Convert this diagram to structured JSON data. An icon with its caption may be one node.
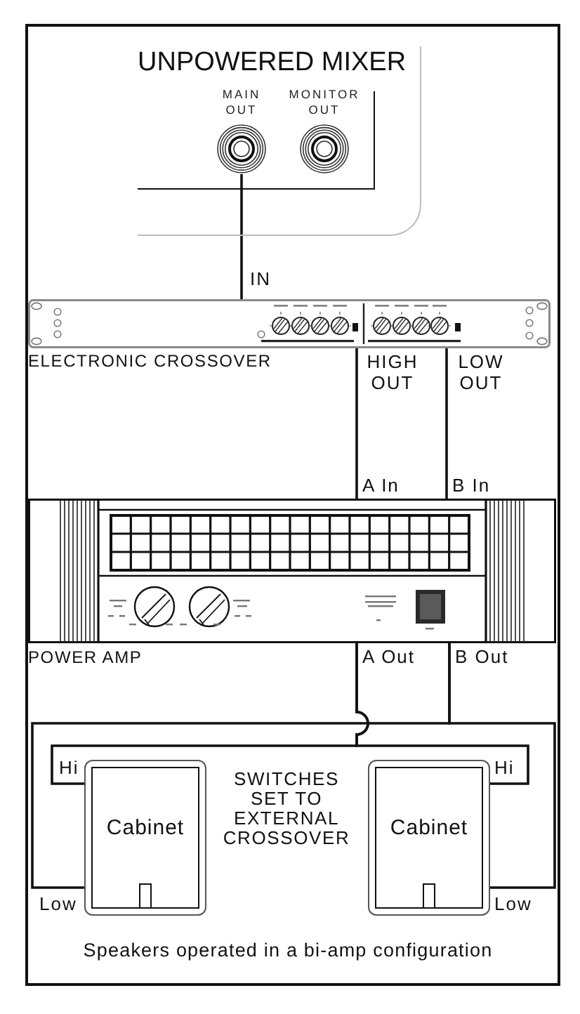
{
  "diagram": {
    "nodes": [
      {
        "text": [
          "UNPOWERED MIXER"
        ]
      },
      {
        "text": [
          "MAIN OUT"
        ],
        "in": 0
      },
      {
        "text": [
          "MONITOR OUT"
        ],
        "in": 0
      },
      {
        "text": [],
        "shape": "picture",
        "beside": [
          "ELECTRONIC CROSSOVER"
        ]
      },
      {
        "text": [
          "HIGH OUT"
        ]
      },
      {
        "text": [
          "LOW OUT"
        ]
      },
      {
        "text": [
          "A In"
        ]
      },
      {
        "text": [
          "B In"
        ]
      },
      {
        "text": [],
        "shape": "picture",
        "beside": [
          "POWER AMP"
        ]
      },
      {
        "text": [
          "A Out"
        ]
      },
      {
        "text": [
          "B Out"
        ]
      },
      {
        "text": [
          "Cabinet"
        ]
      },
      {
        "text": [
          "Cabinet"
        ]
      }
    ],
    "edges": [
      {
        "from": 1,
        "to": 3,
        "arrow": "none",
        "label": "IN"
      },
      {
        "from": 4,
        "to": 6,
        "arrow": "none"
      },
      {
        "from": 5,
        "to": 7,
        "arrow": "none"
      },
      {
        "from": 9,
        "to": 11,
        "arrow": "none",
        "label": "Hi"
      },
      {
        "from": 9,
        "to": 12,
        "arrow": "none",
        "label": "Hi"
      },
      {
        "from": 10,
        "to": 11,
        "arrow": "none",
        "label": "Low"
      },
      {
        "from": 10,
        "to": 12,
        "arrow": "none",
        "label": "Low"
      }
    ],
    "labels": [
      "SWITCHES SET TO EXTERNAL CROSSOVER",
      "Speakers operated in a bi-amp configuration"
    ]
  }
}
